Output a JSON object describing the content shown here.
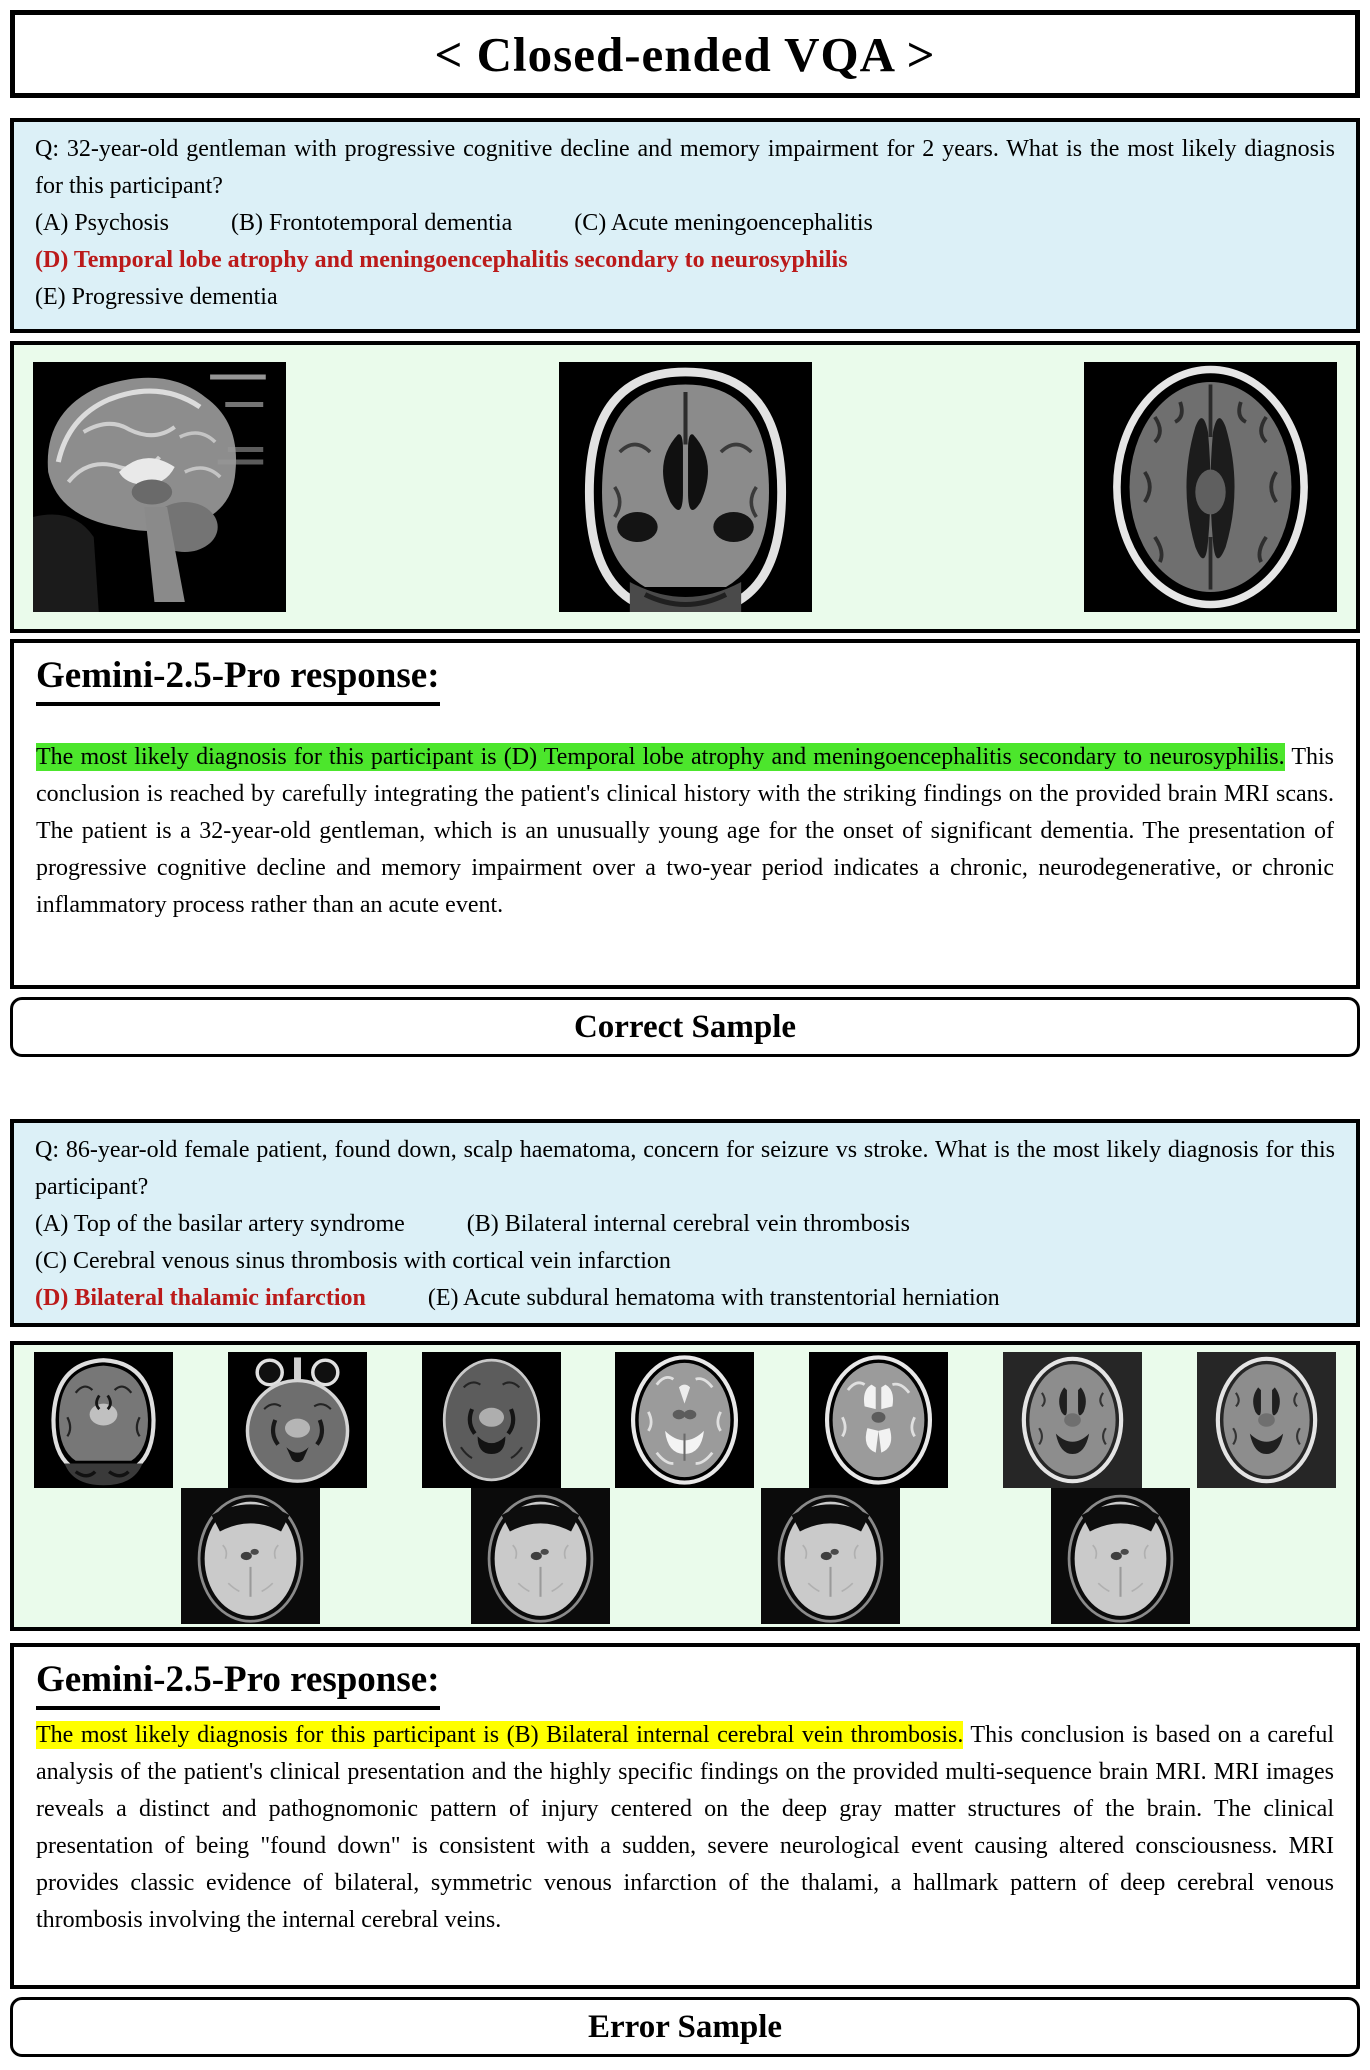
{
  "title": "< Closed-ended VQA >",
  "colors": {
    "question_bg": "#dcf0f7",
    "panel_bg": "#eafbeb",
    "answer_red": "#bb1a1a",
    "highlight_green": "#4ce62c",
    "highlight_yellow": "#ffff00"
  },
  "samples": [
    {
      "label": "Correct Sample",
      "question": {
        "intro": "Q: 32-year-old gentleman with progressive cognitive decline and memory impairment for 2 years. What is the most likely diagnosis for this participant?",
        "option_lines": [
          [
            {
              "text": "(A) Psychosis"
            },
            {
              "text": "(B) Frontotemporal dementia"
            },
            {
              "text": "(C) Acute meningoencephalitis"
            }
          ],
          [
            {
              "text": "(D) Temporal lobe atrophy and meningoencephalitis secondary to neurosyphilis",
              "answer": true
            }
          ],
          [
            {
              "text": "(E) Progressive dementia"
            }
          ]
        ]
      },
      "mri_rows": [
        [
          "sagittal_t2",
          "coronal_t2_vent",
          "axial_t1_atrophy"
        ]
      ],
      "response": {
        "heading": "Gemini-2.5-Pro response:",
        "highlight": "The most likely diagnosis for this participant is (D) Temporal lobe atrophy and meningoencephalitis secondary to neurosyphilis.",
        "rest": " This conclusion is reached by carefully integrating the patient's clinical history with the striking findings on the provided brain MRI scans. The patient is a 32-year-old gentleman, which is an unusually young age for the onset of significant dementia. The presentation of progressive cognitive decline and memory impairment over a two-year period indicates a chronic, neurodegenerative, or chronic inflammatory process rather than an acute event."
      }
    },
    {
      "label": "Error Sample",
      "question": {
        "intro": "Q: 86-year-old female patient, found down, scalp haematoma, concern for seizure vs stroke. What is the most likely diagnosis for this participant?",
        "option_lines": [
          [
            {
              "text": "(A) Top of the basilar artery syndrome"
            },
            {
              "text": "(B) Bilateral internal cerebral vein thrombosis"
            }
          ],
          [
            {
              "text": "(C) Cerebral venous sinus thrombosis with cortical vein infarction"
            }
          ],
          [
            {
              "text": "(D) Bilateral thalamic infarction",
              "answer": true
            },
            {
              "text": "(E) Acute subdural hematoma with transtentorial herniation"
            }
          ]
        ]
      },
      "mri_rows": [
        [
          "coronal_flair2",
          "axial_flair_orbits",
          "axial_flair",
          "axial_t2a",
          "axial_t2b",
          "axial_t1_vent",
          "axial_t1_vent"
        ],
        [
          "dwi",
          "dwi",
          "dwi",
          "dwi"
        ]
      ],
      "response": {
        "heading": "Gemini-2.5-Pro response:",
        "highlight": "The most likely diagnosis for this participant is (B) Bilateral internal cerebral vein thrombosis.",
        "rest": " This conclusion is based on a careful analysis of the patient's clinical presentation and the highly specific findings on the provided multi-sequence brain MRI. MRI images reveals a distinct and pathognomonic pattern of injury centered on the deep gray matter structures of the brain. The clinical presentation of being \"found down\" is consistent with a sudden, severe neurological event causing altered consciousness. MRI provides classic evidence of bilateral, symmetric venous infarction of the thalami, a hallmark pattern of deep cerebral venous thrombosis involving the internal cerebral veins."
      }
    }
  ]
}
